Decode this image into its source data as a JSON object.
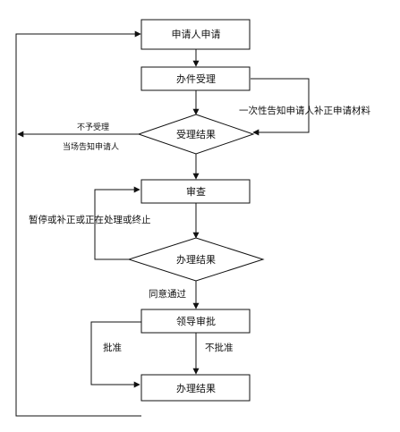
{
  "flowchart": {
    "nodes": {
      "apply": "申请人申请",
      "accept": "办件受理",
      "accept_result": "受理结果",
      "review": "审查",
      "process_result": "办理结果",
      "leader_approval": "领导审批",
      "final_result": "办理结果"
    },
    "labels": {
      "notify_supplement": "一次性告知申请人补正申请材料",
      "not_accepted": "不予受理",
      "notify_on_site": "当场告知申请人",
      "suspend_or_end": "暂停或补正或正在处理或终止",
      "agree_pass": "同意通过",
      "approve": "批准",
      "not_approve": "不批准"
    }
  }
}
